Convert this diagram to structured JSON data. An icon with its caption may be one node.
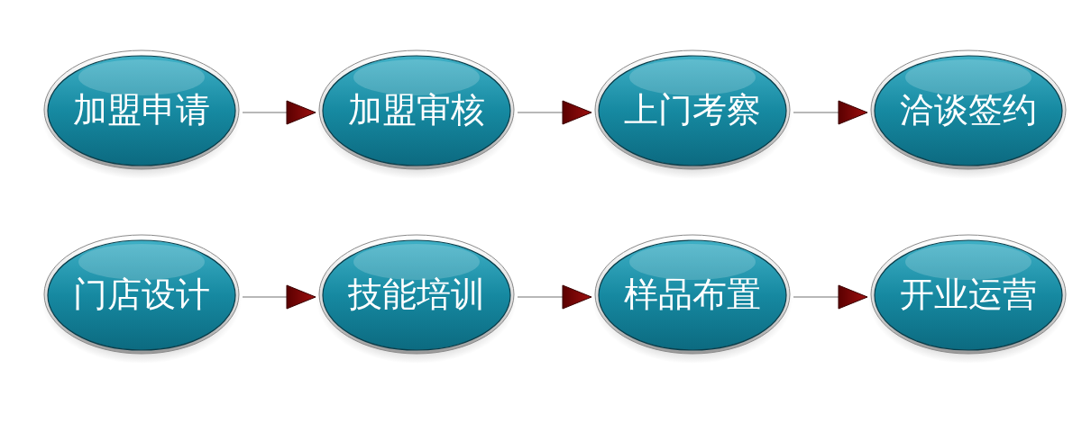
{
  "diagram": {
    "nodes": [
      {
        "text": [
          "加盟申请"
        ]
      },
      {
        "text": [
          "加盟审核"
        ]
      },
      {
        "text": [
          "上门考察"
        ]
      },
      {
        "text": [
          "洽谈签约"
        ]
      },
      {
        "text": [
          "门店设计"
        ]
      },
      {
        "text": [
          "技能培训"
        ]
      },
      {
        "text": [
          "样品布置"
        ]
      },
      {
        "text": [
          "开业运营"
        ]
      }
    ],
    "edges": [
      {
        "from": 0,
        "to": 1,
        "arrow": "to"
      },
      {
        "from": 1,
        "to": 2,
        "arrow": "to"
      },
      {
        "from": 2,
        "to": 3,
        "arrow": "to"
      },
      {
        "from": 4,
        "to": 5,
        "arrow": "to"
      },
      {
        "from": 5,
        "to": 6,
        "arrow": "to"
      },
      {
        "from": 6,
        "to": 7,
        "arrow": "to"
      }
    ]
  }
}
